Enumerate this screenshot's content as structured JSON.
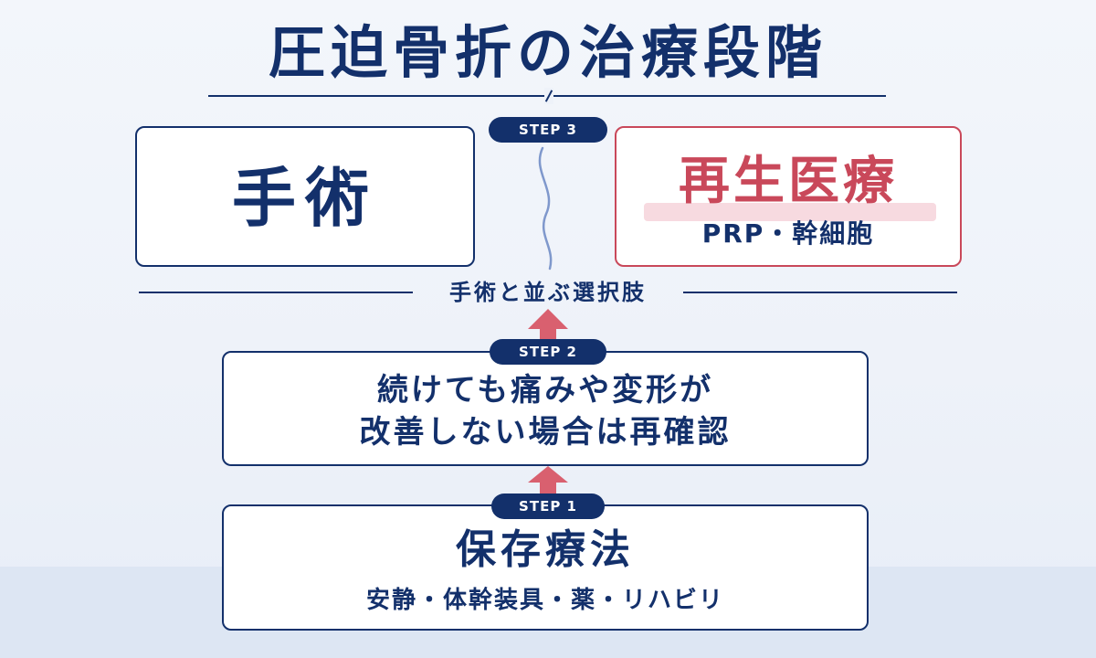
{
  "title": "圧迫骨折の治療段階",
  "step3": {
    "pill": "STEP 3",
    "surgery_label": "手術",
    "regen_title": "再生医療",
    "regen_sub": "PRP・幹細胞"
  },
  "separator_label": "手術と並ぶ選択肢",
  "step2": {
    "pill": "STEP 2",
    "line1": "続けても痛みや変形が",
    "line2": "改善しない場合は再確認"
  },
  "step1": {
    "pill": "STEP 1",
    "title": "保存療法",
    "sub": "安静・体幹装具・薬・リハビリ"
  },
  "colors": {
    "navy": "#13306b",
    "accent_red": "#c9485a",
    "arrow_red": "#d9606f",
    "wave": "#7f98cc"
  }
}
